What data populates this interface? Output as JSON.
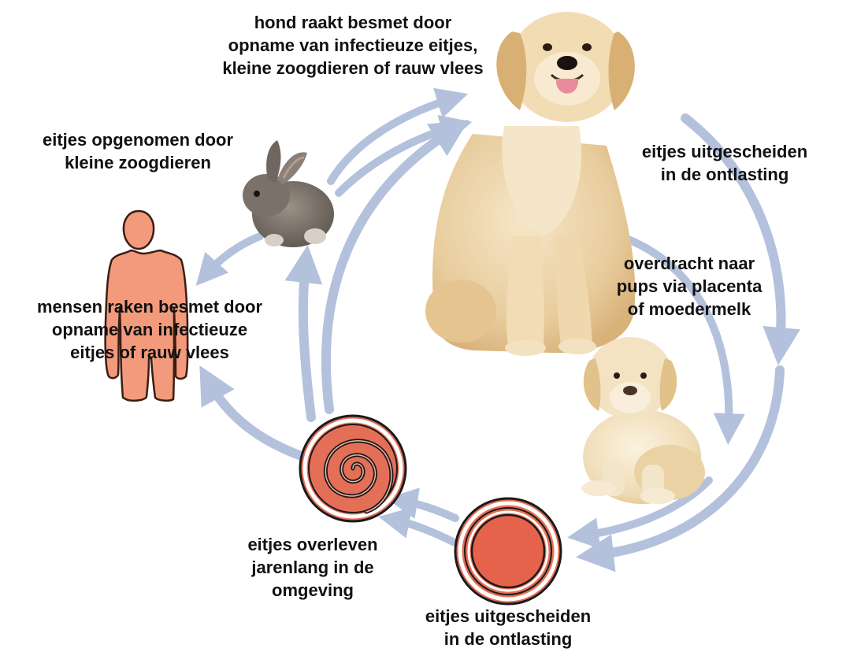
{
  "labels": {
    "dog_infection": [
      "hond raakt besmet door",
      "opname van infectieuze eitjes,",
      "kleine zoogdieren of rauw vlees"
    ],
    "small_mammals": [
      "eitjes opgenomen door",
      "kleine zoogdieren"
    ],
    "excretion_adult": [
      "eitjes uitgescheiden",
      "in de ontlasting"
    ],
    "transmission_pups": [
      "overdracht naar",
      "pups via placenta",
      "of moedermelk"
    ],
    "human_infection": [
      "mensen raken besmet door",
      "opname van infectieuze",
      "eitjes of rauw vlees"
    ],
    "eggs_survive": [
      "eitjes overleven",
      "jarenlang in de",
      "omgeving"
    ],
    "excretion_pup": [
      "eitjes uitgescheiden",
      "in de ontlasting"
    ]
  },
  "colors": {
    "arrow": "#b3c1dc",
    "egg_fill": "#e46f57",
    "egg_stroke": "#1a1a1a",
    "human": "#f29a7b",
    "dog_fur": "#e9cfa4",
    "puppy_fur": "#f0dfbe",
    "rabbit": "#7d746b"
  },
  "icons": [
    "adult-dog",
    "puppy",
    "rabbit",
    "human-silhouette",
    "larvated-egg",
    "unembryonated-egg"
  ]
}
